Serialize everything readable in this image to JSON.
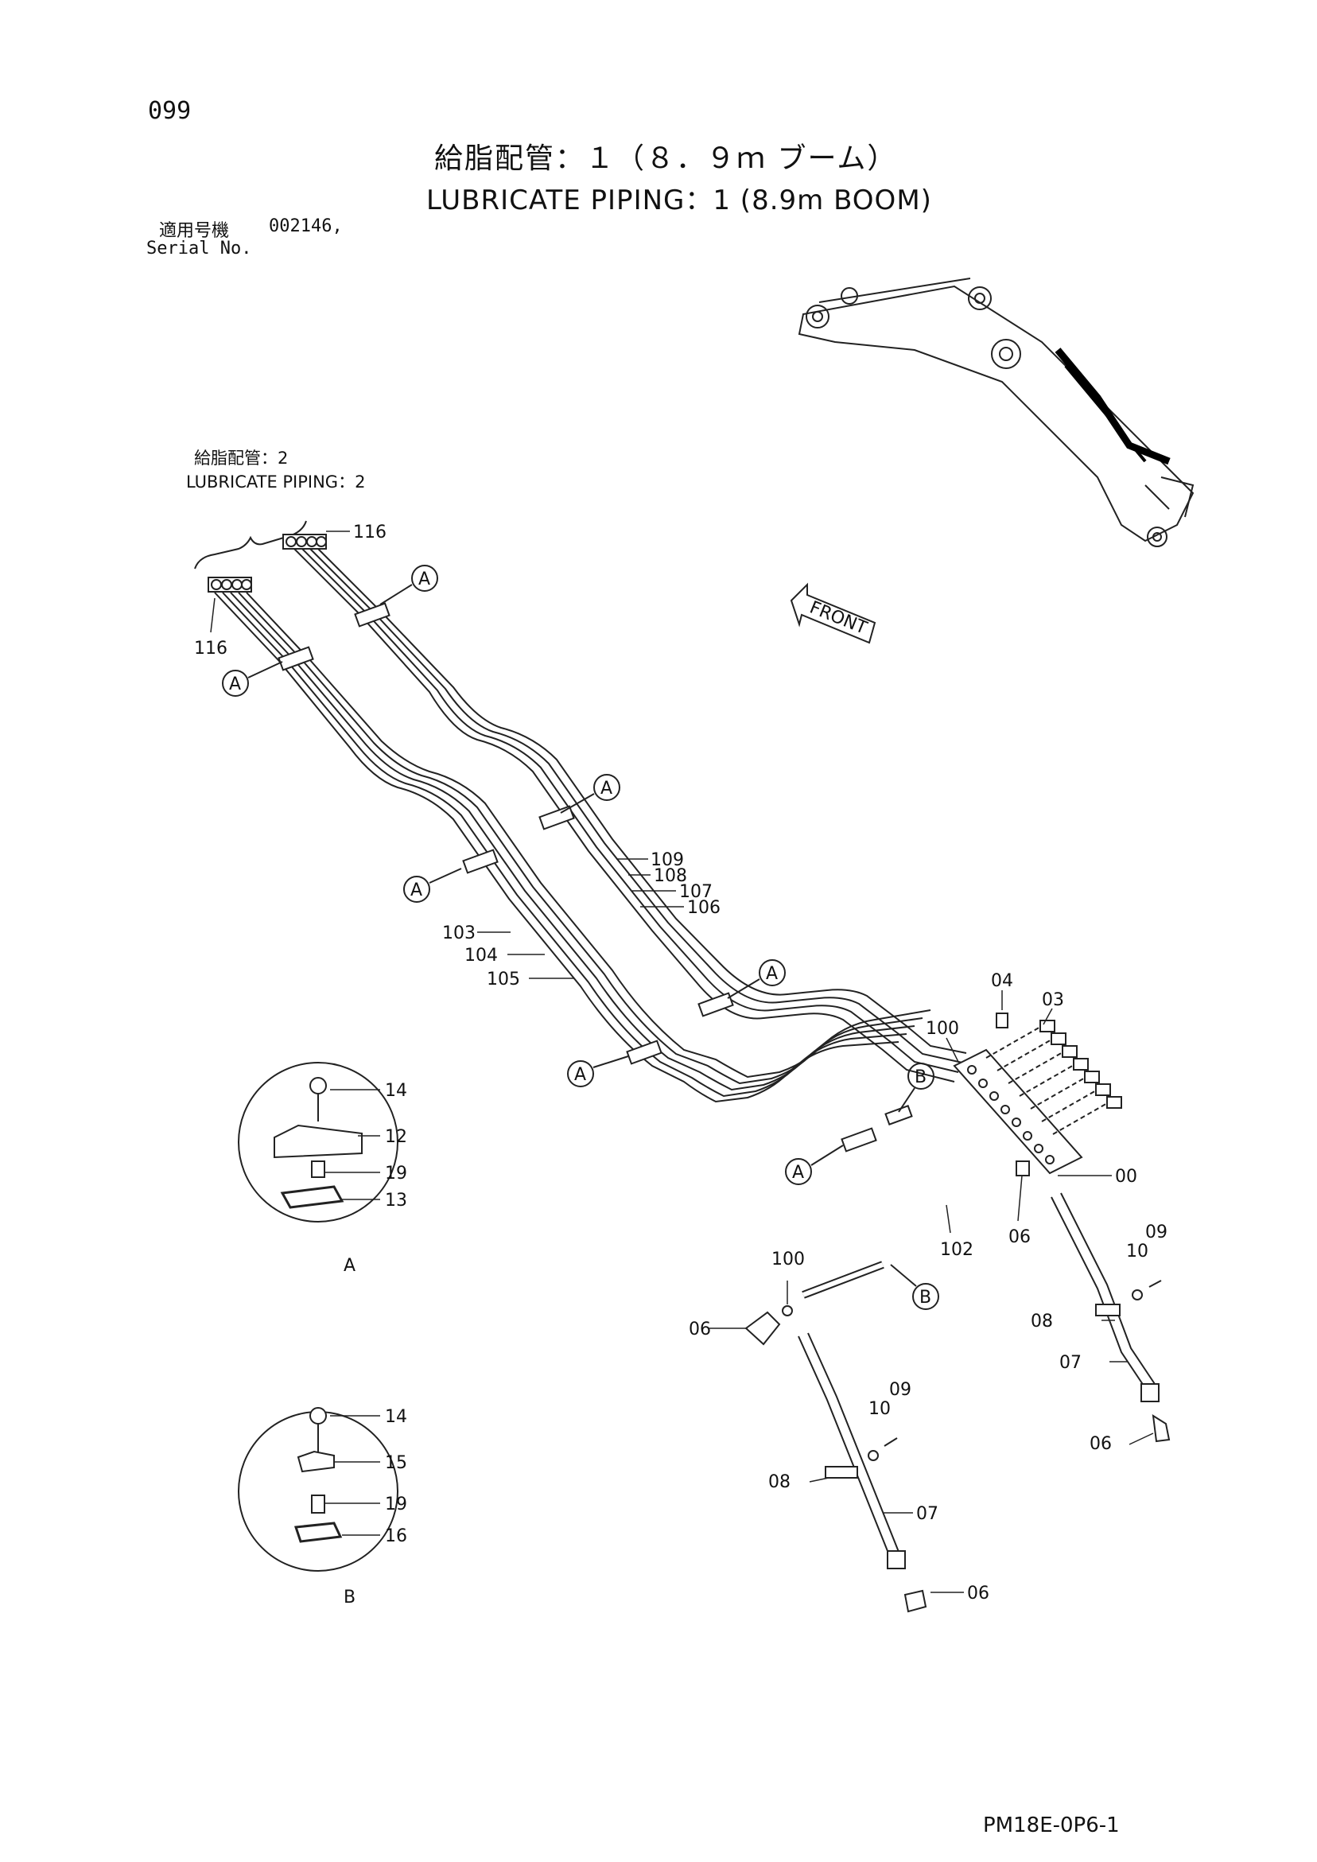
{
  "page": {
    "page_number": "099",
    "title_jp": "給脂配管：１（８．９ｍ ブーム）",
    "title_en": "LUBRICATE PIPING：1 (8.9m BOOM)",
    "serial_label_jp": "適用号機",
    "serial_number": "002146,",
    "serial_label_en": "Serial No.",
    "reference_jp": "給脂配管：2",
    "reference_en": "LUBRICATE PIPING：2",
    "drawing_code": "PM18E-0P6-1",
    "front_label": "FRONT"
  },
  "callouts": {
    "p116a": "116",
    "p116b": "116",
    "p109": "109",
    "p108": "108",
    "p107": "107",
    "p106": "106",
    "p103": "103",
    "p104": "104",
    "p105": "105",
    "p04": "04",
    "p03": "03",
    "p100a": "100",
    "p00": "00",
    "p06a": "06",
    "p102": "102",
    "p100b": "100",
    "p06b": "06",
    "p09a": "09",
    "p10a": "10",
    "p08a": "08",
    "p07a": "07",
    "p06c": "06",
    "p09b": "09",
    "p10b": "10",
    "p08b": "08",
    "p07b": "07",
    "p06d": "06",
    "a14": "14",
    "a12": "12",
    "a19": "19",
    "a13": "13",
    "b14": "14",
    "b15": "15",
    "b19": "19",
    "b16": "16"
  },
  "clamp_markers": {
    "marker_a": "A",
    "marker_b": "B"
  },
  "detail_views": {
    "view_a": "A",
    "view_b": "B"
  }
}
